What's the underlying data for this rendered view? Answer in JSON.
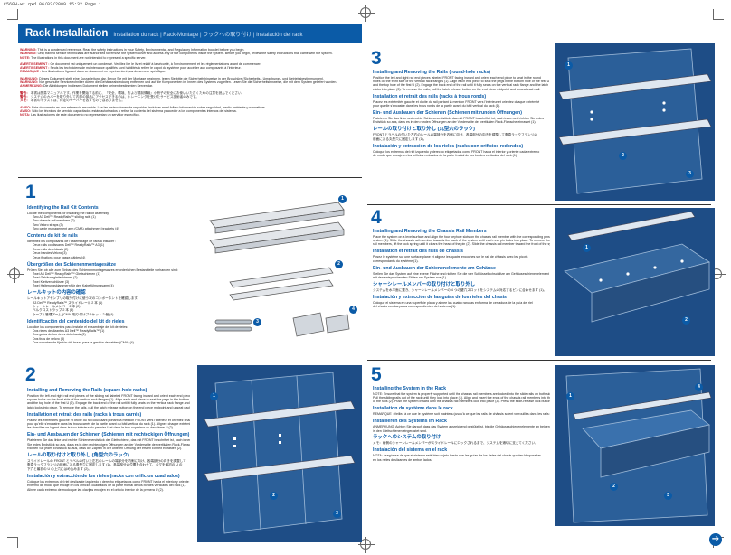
{
  "print_header": "C560H-wt.qxd   06/02/2009   15:32   Page 1",
  "banner": {
    "title": "Rack Installation",
    "subtitle": "Installation du rack | Rack-Montage | ラックへの取り付け | Instalación del rack"
  },
  "warnings": [
    {
      "lines": [
        {
          "label": "WARNING:",
          "text": "This is a condensed reference. Read the safety instructions in your Safety, Environmental, and Regulatory Information booklet before you begin."
        },
        {
          "label": "WARNING:",
          "text": "Only trained service technicians are authorized to remove the system cover and access any of the components inside the system. Before you begin, review the safety instructions that came with the system."
        },
        {
          "label": "NOTE:",
          "text": "The illustrations in this document are not intended to represent a specific server."
        }
      ]
    },
    {
      "lines": [
        {
          "label": "AVERTISSEMENT :",
          "text": "Ce document est uniquement un condensé. Veuillez lire le livret relatif à la sécurité, à l'environnement et les réglementations avant de commencer."
        },
        {
          "label": "AVERTISSEMENT :",
          "text": "Seuls les techniciens de maintenance qualifiés sont habilités à retirer le capot du système pour accéder aux composants à l'intérieur."
        },
        {
          "label": "REMARQUE :",
          "text": "Les illustrations figurant dans ce document ne représentent pas de serveur spécifique."
        }
      ]
    },
    {
      "lines": [
        {
          "label": "WARNUNG:",
          "text": "Dieses Dokument stellt eine Kurzanleitung dar. Bevor Sie mit der Montage beginnen, lesen Sie bitte die Sicherheitshinweise in der Broschüre (Sicherheits-, Umgebungs- und Betriebsbestimmungen)."
        },
        {
          "label": "WARNUNG:",
          "text": "Nur geschulte Servicetechniker dürfen die Gehäuseabdeckung entfernen und auf die Komponenten im Innern des Systems zugreifen. Lesen Sie die Sicherheitshinweise, die mit dem System geliefert wurden."
        },
        {
          "label": "ANMERKUNG:",
          "text": "Die Abbildungen in diesem Dokument stellen keinen bestimmten Server dar."
        }
      ]
    },
    {
      "lines": [
        {
          "label": "警告：",
          "text": "本書は簡易マニュアルです。作業を開始する前に、『安全、環境、および規制情報』小冊子の安全にお使いいただくための注意を読んでください。"
        },
        {
          "label": "警告：",
          "text": "システムのカバーを取り外して内部の部品にアクセスできるのは、トレーニングを受けたサービス技術者のみです。"
        },
        {
          "label": "メモ：",
          "text": "本書のイラストは、特定のサーバーを表すものではありません。"
        }
      ]
    },
    {
      "lines": [
        {
          "label": "AVISO:",
          "text": "Este documento es una referencia resumida. Lea las instrucciones de seguridad incluidas en el folleto Información sobre seguridad, medio ambiente y normativas."
        },
        {
          "label": "AVISO:",
          "text": "Sólo los técnicos de servicio capacitados están autorizados a retirar la cubierta del sistema y acceder a los componentes internos del sistema."
        },
        {
          "label": "NOTA:",
          "text": "Las ilustraciones de este documento no representan un servidor específico."
        }
      ]
    }
  ],
  "step1": {
    "number": "1",
    "sections": [
      {
        "title": "Identifying the Rail Kit Contents",
        "lines": [
          "Locate the components for installing the rail kit assembly:",
          "Two A3 Dell™ ReadyRails™ sliding rails (1)",
          "Two chassis rail members (2)",
          "Two Velcro straps (3)",
          "Two cable management arm (CMA) attachment brackets (4)"
        ]
      },
      {
        "title": "Contenu du kit de rails",
        "lines": [
          "Identifiez les composants de l'assemblage de rails à installer :",
          "Deux rails coulissants Dell™ ReadyRails™ A3 (1)",
          "Deux rails de châssis (2)",
          "Deux bandes Velcro (3)",
          "Deux fixations pour passe-câbles (4)"
        ]
      },
      {
        "title": "Übergrößen der Schienenmontagesätze",
        "lines": [
          "Prüfen Sie, ob alle zum Einbau des Schienenmontagesatzes erforderlichen Bestandteile vorhanden sind:",
          "Zwei A3 Dell™ ReadyRails™ Gleitschienen (1)",
          "Zwei Gehäusegleitschienen (2)",
          "Zwei Klettverschlüsse (3)",
          "Zwei Halterungsklammern für den Kabelführungsarm (4)"
        ]
      },
      {
        "title": "レールキットの内容の確認",
        "jp": true,
        "lines": [
          "レールキットアセンブリの取り付けに使う次のコンポーネントを確認します。",
          "A3 Dell™ ReadyRails™ スライドレール 2 本 (1)",
          "シャーシレールメンバー 2 本 (2)",
          "ベルクロストラップ 2 本 (3)",
          "ケーブル管理アーム (CMA) 取り付けブラケット 2 個 (4)"
        ]
      },
      {
        "title": "Identificación del contenido del kit de rieles",
        "lines": [
          "Localice los componentes para instalar el ensamblaje del kit de rieles:",
          "Dos rieles deslizantes A3 Dell™ ReadyRails™ (1)",
          "Dos guías de los rieles del chasis (2)",
          "Dos tiras de velcro (3)",
          "Dos soportes de fijación del brazo para la gestión de cables (CMA) (4)"
        ]
      }
    ]
  },
  "step2": {
    "number": "2",
    "sections": [
      {
        "title": "Installing and Removing the Rails (square-hole racks)",
        "lines": [
          "Position the left and right rail end pieces of the sliding rail labeled FRONT facing inward and orient each end piece to seat in the",
          "square holes on the front side of the vertical rack flanges (1). Align each end piece to seat the pegs in the bottom hole of the first U",
          "and the top hole of the first U (2). Engage the back end of the rail until it fully seats on the vertical rack flange and the second",
          "latch locks into place. To remove the rails, pull the latch release button on the end piece midpoint and unseat each rail (3)."
        ]
      },
      {
        "title": "Installation et retrait des rails (racks à trous carrés)",
        "lines": [
          "Placez les extrémités gauche et droite du rail coulissant portant la mention FRONT vers l'intérieur et orientez chaque extrémité",
          "pour qu'elle s'encastre dans les trous carrés de la partie avant du bâti vertical du rack (1). Alignez chaque extrémité pour que",
          "les chevilles se logent dans le trou inférieur du premier U et dans le trou supérieur du deuxième U (2)."
        ]
      },
      {
        "title": "Ein- und Ausbauen der Schienen (Schienen mit rechteckigen Öffnungen)",
        "lines": [
          "Platzieren Sie das linke und rechte Schienenendstück der Gleitschiene, das mit FRONT beschriftet ist, nach innen und richten",
          "Sie jedes Endstück so aus, dass es in den rechteckigen Öffnungen an der Vorderseite der vertikalen Rack-Flansche einrastet (1).",
          "Richten Sie jedes Endstück so aus, dass die Zapfen in der unteren Öffnung der ersten Einheit einrasten (2)."
        ]
      },
      {
        "title": "レールの取り付けと取り外し (角型穴のラック)",
        "jp": true,
        "lines": [
          "スライドレールの FRONT とラベルの付いた左右のレールの端部分を内側に向け、各端部分の向きを調整して",
          "垂直ラックフランジの前面にある角型穴に固定します (1)。各端部分の位置を合わせて、ペグを最初の U の",
          "下穴と最初の U の上穴にはめ込みます (2)。"
        ]
      },
      {
        "title": "Instalación y extracción de los rieles (racks con orificios cuadrados)",
        "lines": [
          "Coloque los extremos del riel deslizante izquierdo y derecho etiquetados como FRONT hacia el interior y oriente cada",
          "extremo de modo que encaje en los orificios cuadrados de la parte frontal de los bordes verticales del rack (1).",
          "Alinee cada extremo de modo que las clavijas encajen en el orificio inferior de la primera U (2)."
        ]
      }
    ]
  },
  "step3": {
    "number": "3",
    "sections": [
      {
        "title": "Installing and Removing the Rails (round-hole racks)",
        "lines": [
          "Position the left and right rail end pieces labeled FRONT facing inward and orient each end piece to seat in the round",
          "holes on the front side of the vertical rack flanges (1). Align each end piece to seat the pegs in the bottom hole of the first U",
          "and the top hole of the first U (2). Engage the back end of the rail until it fully seats on the vertical rack flange and the latch",
          "clicks into place (3). To remove the rails, pull the latch release button on the end piece midpoint and unseat each rail."
        ]
      },
      {
        "title": "Installation et retrait des rails (racks à trous ronds)",
        "lines": [
          "Placez les extrémités gauche et droite du rail portant la mention FRONT vers l'intérieur et orientez chaque extrémité",
          "pour qu'elle s'encastre dans les trous ronds de la partie avant du bâti vertical du rack (1)."
        ]
      },
      {
        "title": "Ein- und Ausbauen der Schienen (Schienen mit runden Öffnungen)",
        "lines": [
          "Platzieren Sie das linke und rechte Schienenendstück, das mit FRONT beschriftet ist, nach innen und richten Sie jedes",
          "Endstück so aus, dass es in den runden Öffnungen an der Vorderseite der vertikalen Rack-Flansche einrastet (1)."
        ]
      },
      {
        "title": "レールの取り付けと取り外し (丸型穴のラック)",
        "jp": true,
        "lines": [
          "FRONT とラベルの付いた左右のレールの端部分を内側に向け、各端部分の向きを調整して垂直ラックフランジの",
          "前面にある丸型穴に固定します (1)。"
        ]
      },
      {
        "title": "Instalación y extracción de los rieles (racks con orificios redondos)",
        "lines": [
          "Coloque los extremos del riel izquierdo y derecho etiquetados como FRONT hacia el interior y oriente cada extremo",
          "de modo que encaje en los orificios redondos de la parte frontal de los bordes verticales del rack (1)."
        ]
      }
    ]
  },
  "step4": {
    "number": "4",
    "sections": [
      {
        "title": "Installing and Removing the Chassis Rail Members",
        "lines": [
          "Place the system on a level surface and align the four keyhole slots on the chassis rail member with the corresponding pins on the",
          "system (1). Slide the chassis rail member towards the back of the system until each rear pin locks into place. To remove the chassis",
          "rail members, lift the lock spring until it clears the head of the pin (2). Slide the chassis rail member toward the front of the system."
        ]
      },
      {
        "title": "Installation et retrait des rails de châssis",
        "lines": [
          "Posez le système sur une surface plane et alignez les quatre encoches sur le rail de châssis avec les picots",
          "correspondants du système (1)."
        ]
      },
      {
        "title": "Ein- und Ausbauen der Schienenelemente am Gehäuse",
        "lines": [
          "Stellen Sie das System auf eine ebene Fläche und richten Sie die vier Schlüssellochschlitze am Gehäuseschienenelement",
          "mit den entsprechenden Stiften am System aus (1)."
        ]
      },
      {
        "title": "シャーシレールメンバーの取り付けと取り外し",
        "jp": true,
        "lines": [
          "システムを水平面に置き、シャーシレールメンバーの 4 つの鍵穴スロットをシステムの対応するピンに合わせます (1)。"
        ]
      },
      {
        "title": "Instalación y extracción de las guías de los rieles del chasis",
        "lines": [
          "Coloque el sistema en una superficie plana y alinee las cuatro ranuras en forma de cerradura de la guía del riel",
          "del chasis con las patas correspondientes del sistema (1)."
        ]
      }
    ]
  },
  "step5": {
    "number": "5",
    "sections": [
      {
        "title": "Installing the System in the Rack",
        "lines": [
          "NOTE: Ensure that the system is properly supported until the chassis rail members are locked into the slide rails on both sides.",
          "Pull the sliding rails out of the rack until they lock into place (1). Align and insert the ends of the chassis rail members into the ends",
          "of the rails (2). Push the system inward until the chassis rail members lock into place (3). Press the slide-release lock buttons (4)."
        ]
      },
      {
        "title": "Installation du système dans le rack",
        "lines": [
          "REMARQUE : Veillez à ce que le système soit maintenu jusqu'à ce que les rails de châssis soient verrouillés dans les rails coulissants."
        ]
      },
      {
        "title": "Installieren des Systems im Rack",
        "lines": [
          "ANMERKUNG: Achten Sie darauf, dass das System ausreichend gestützt ist, bis die Gehäuseschienenelemente an beiden Seiten",
          "in den Gleitschienen eingerastet sind."
        ]
      },
      {
        "title": "ラックへのシステムの取り付け",
        "jp": true,
        "lines": [
          "メモ：両側のシャーシレールメンバーがスライドレールにロックされるまで、システムを適切に支えてください。"
        ]
      },
      {
        "title": "Instalación del sistema en el rack",
        "lines": [
          "NOTA: Asegúrese de que el sistema esté bien sujeto hasta que las guías de los rieles del chasis queden bloqueadas",
          "en los rieles deslizantes de ambos lados."
        ]
      }
    ]
  },
  "callouts": [
    "1",
    "2",
    "3",
    "4"
  ],
  "next_arrow": "➔"
}
